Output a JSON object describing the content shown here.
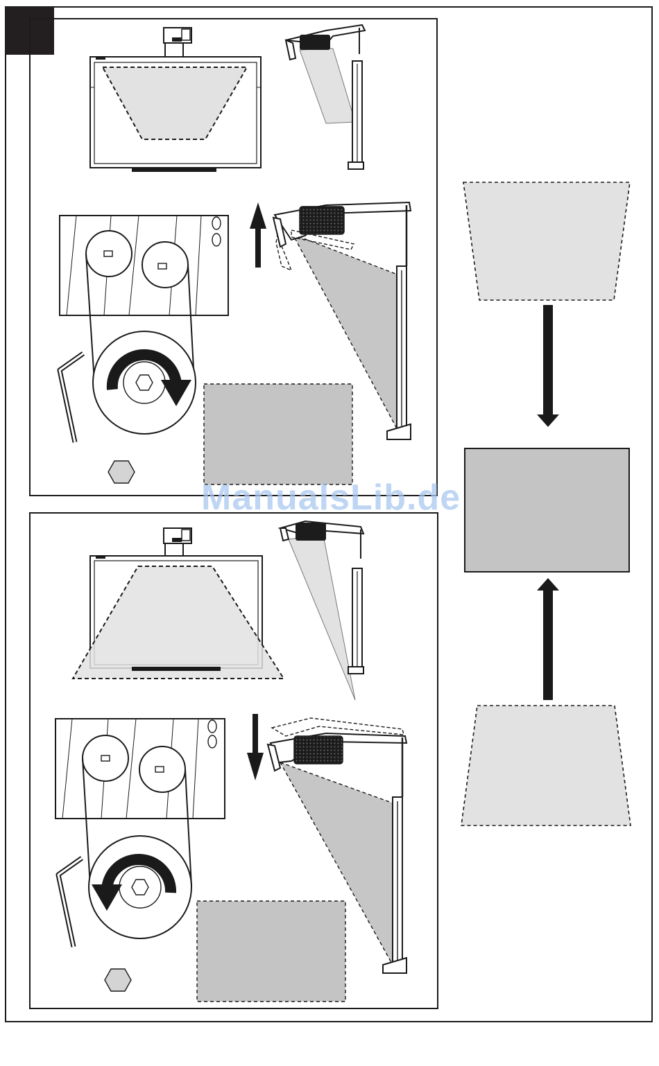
{
  "page": {
    "watermark_text": "ManualsLib.de",
    "step_badge_color": "#231f20",
    "line_color": "#1a1a1a",
    "projection_fill": "#e2e2e2",
    "result_fill": "#c4c4c4"
  },
  "panels": [
    {
      "id": "raise-image",
      "adjustment": "raise",
      "arrow": "up",
      "wrench_rotation": "clockwise",
      "icon": "hex-key-icon"
    },
    {
      "id": "lower-image",
      "adjustment": "lower",
      "arrow": "down",
      "wrench_rotation": "counterclockwise",
      "icon": "hex-key-icon"
    }
  ],
  "keystone_summary": {
    "top_shape": "trapezoid-wide-top",
    "middle_shape": "rectangle",
    "bottom_shape": "trapezoid-wide-bottom"
  }
}
